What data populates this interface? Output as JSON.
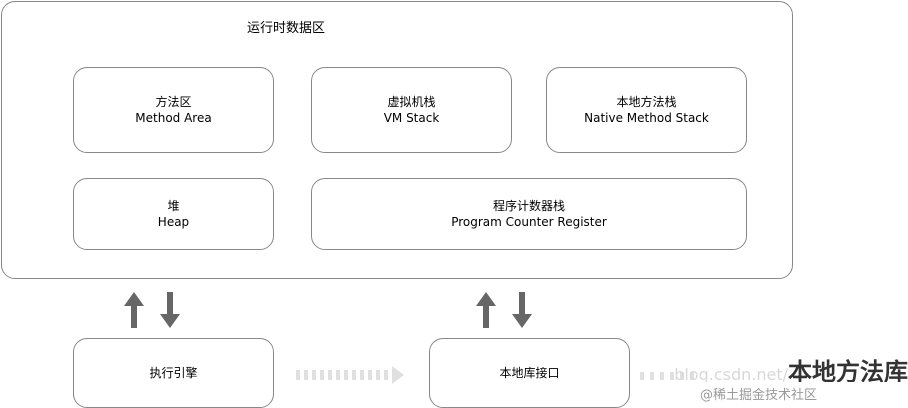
{
  "region": {
    "title": "运行时数据区"
  },
  "boxes": {
    "method_area": {
      "cn": "方法区",
      "en": "Method Area"
    },
    "vm_stack": {
      "cn": "虚拟机栈",
      "en": "VM Stack"
    },
    "native_stack": {
      "cn": "本地方法栈",
      "en": "Native Method Stack"
    },
    "heap": {
      "cn": "堆",
      "en": "Heap"
    },
    "pc_register": {
      "cn": "程序计数器栈",
      "en": "Program Counter Register"
    },
    "exec_engine": {
      "cn": "执行引擎"
    },
    "native_interface": {
      "cn": "本地库接口"
    }
  },
  "watermark": {
    "left": "IIIIIII>",
    "right_faint": "blog.csdn.net/",
    "right_bold": "本地方法库",
    "credit": "@稀土掘金技术社区"
  },
  "colors": {
    "border": "#888888",
    "arrow": "#666666"
  }
}
